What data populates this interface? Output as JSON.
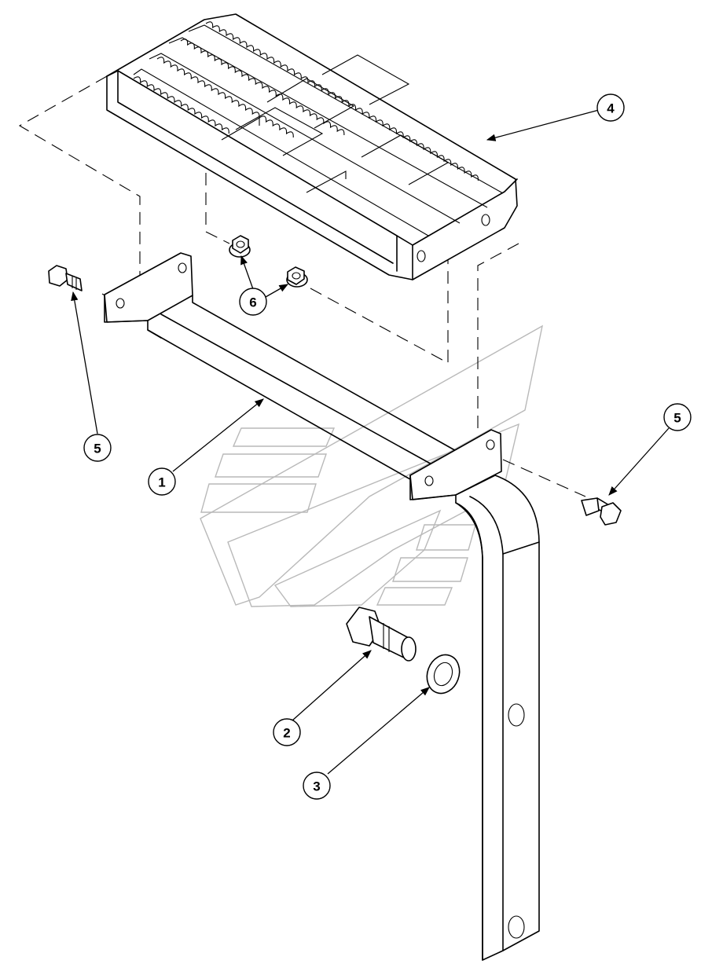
{
  "callouts": [
    {
      "id": "c1",
      "label": "1"
    },
    {
      "id": "c2",
      "label": "2"
    },
    {
      "id": "c3",
      "label": "3"
    },
    {
      "id": "c4",
      "label": "4"
    },
    {
      "id": "c5a",
      "label": "5"
    },
    {
      "id": "c5b",
      "label": "5"
    },
    {
      "id": "c6",
      "label": "6"
    }
  ],
  "parts": {
    "bracket": "1",
    "large_bolt": "2",
    "washer": "3",
    "step_tread": "4",
    "small_bolt": "5",
    "flange_nut": "6"
  }
}
